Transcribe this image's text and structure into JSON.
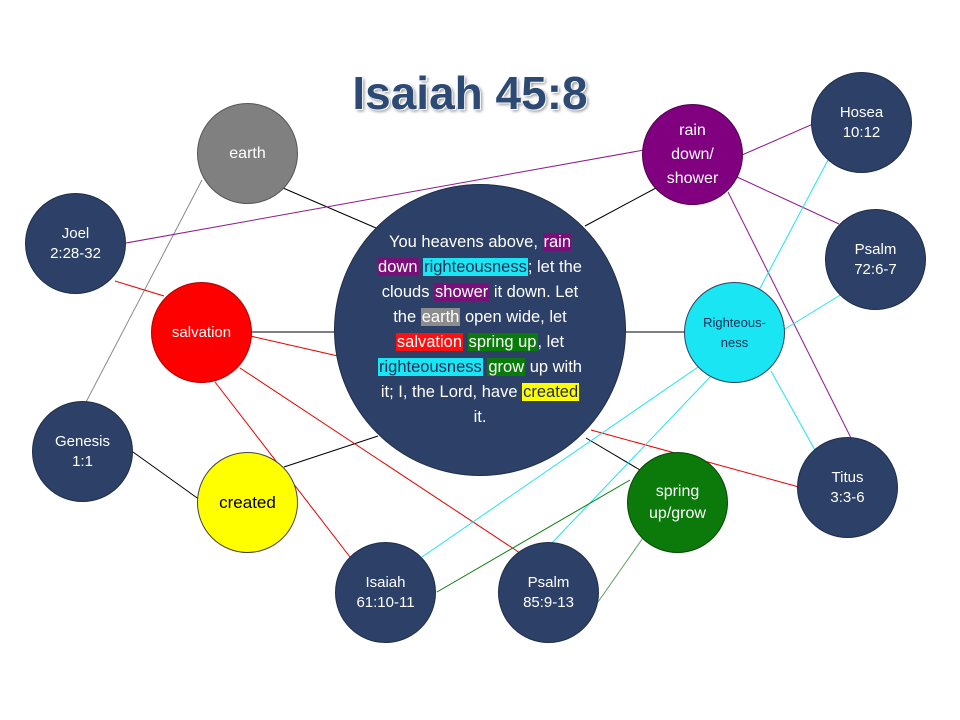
{
  "title": "Isaiah 45:8",
  "center": {
    "segments": [
      {
        "text": "You heavens above, ",
        "hl": ""
      },
      {
        "text": "rain down",
        "hl": "purple"
      },
      {
        "text": " ",
        "hl": ""
      },
      {
        "text": "righteousness",
        "hl": "cyan"
      },
      {
        "text": "; let the clouds ",
        "hl": ""
      },
      {
        "text": "shower",
        "hl": "purple"
      },
      {
        "text": " it down. Let the ",
        "hl": ""
      },
      {
        "text": "earth",
        "hl": "gray"
      },
      {
        "text": " open wide, let ",
        "hl": ""
      },
      {
        "text": "salvation",
        "hl": "red"
      },
      {
        "text": " ",
        "hl": ""
      },
      {
        "text": "spring up",
        "hl": "green"
      },
      {
        "text": ", let ",
        "hl": ""
      },
      {
        "text": "righteousness",
        "hl": "cyan"
      },
      {
        "text": " ",
        "hl": ""
      },
      {
        "text": "grow",
        "hl": "green"
      },
      {
        "text": " up with it; I, the Lord, have ",
        "hl": ""
      },
      {
        "text": "created",
        "hl": "yellow"
      },
      {
        "text": " it.",
        "hl": ""
      }
    ]
  },
  "topics": {
    "earth": "earth",
    "salvation": "salvation",
    "created": "created",
    "rain_down_shower": "rain\ndown/\nshower",
    "righteousness": "Righteous-\nness",
    "spring_up_grow": "spring\nup/grow"
  },
  "references": {
    "joel": "Joel\n2:28-32",
    "genesis": "Genesis\n1:1",
    "isaiah": "Isaiah\n61:10-11",
    "psalm85": "Psalm\n85:9-13",
    "titus": "Titus\n3:3-6",
    "psalm72": "Psalm\n72:6-7",
    "hosea": "Hosea\n10:12"
  },
  "colors": {
    "navy": "#2c4068",
    "earth": "#7f7f7f",
    "salvation": "#ff0000",
    "created": "#ffff00",
    "rain_down_shower": "#800080",
    "righteousness": "#00e5ee",
    "spring_up_grow": "#0b7a0b"
  }
}
